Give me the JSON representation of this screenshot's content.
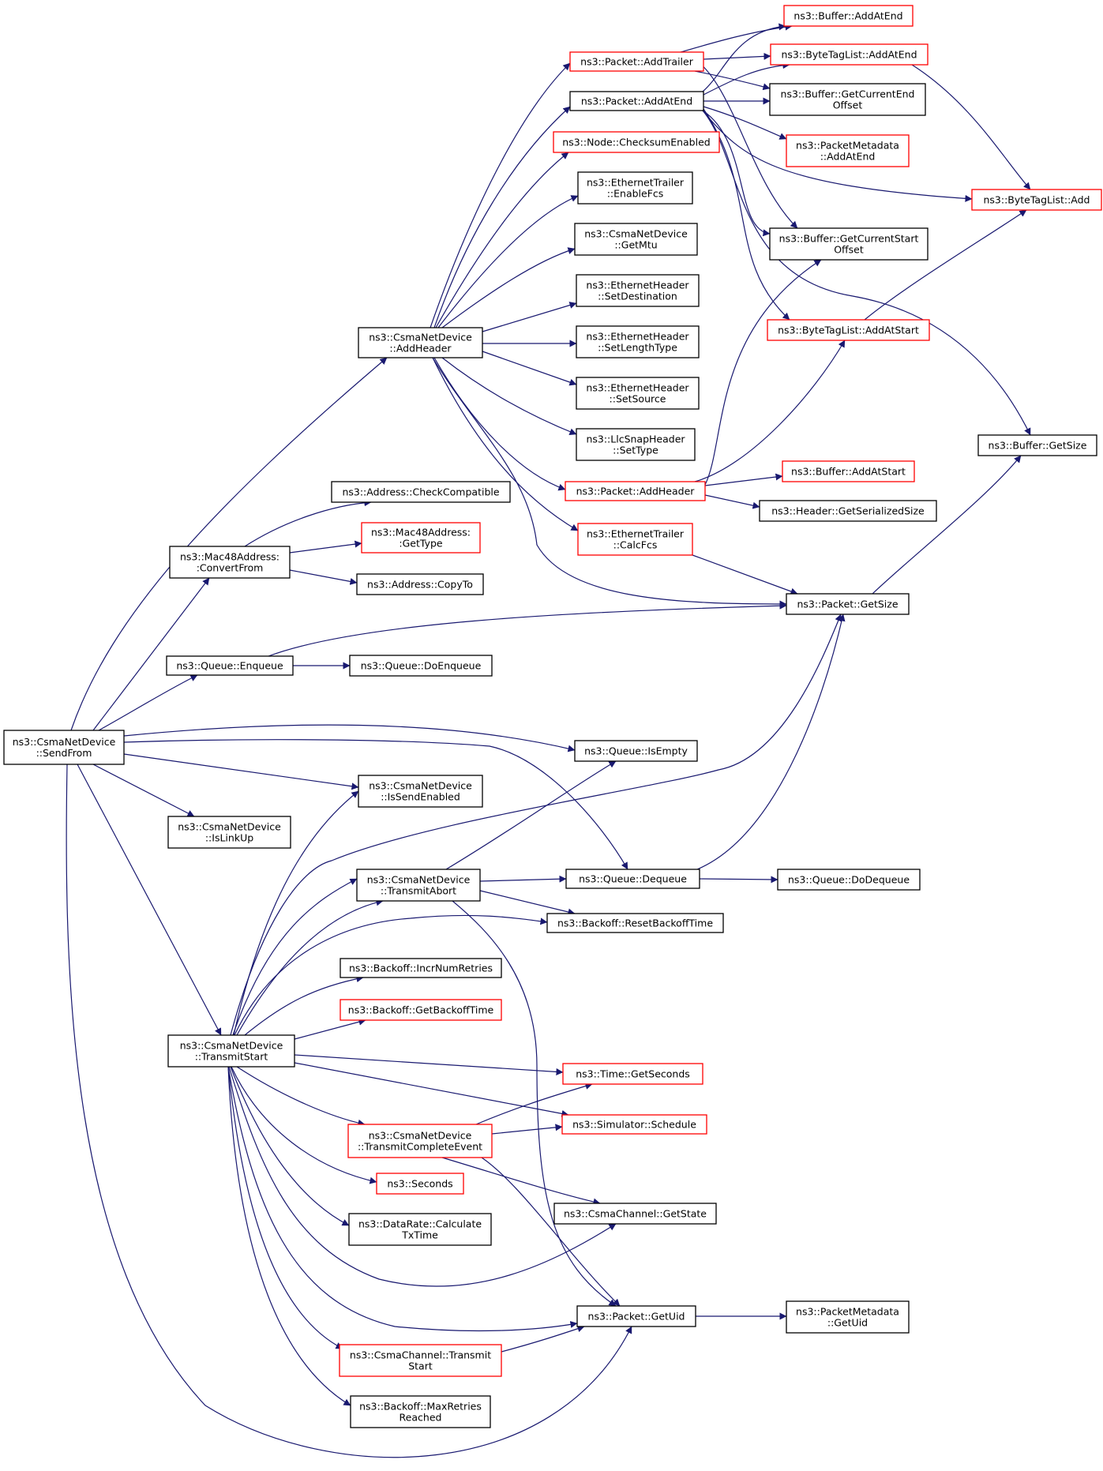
{
  "colors": {
    "edge": "#191970",
    "node_border": "#000000",
    "node_border_truncated": "#ff0000",
    "root_fill": "#bfbfbf",
    "node_fill": "#ffffff"
  },
  "nodes": {
    "sendfrom": [
      "ns3::CsmaNetDevice",
      "::SendFrom"
    ],
    "addheader_dev": [
      "ns3::CsmaNetDevice",
      "::AddHeader"
    ],
    "convertfrom": [
      "ns3::Mac48Address:",
      ":ConvertFrom"
    ],
    "enqueue": [
      "ns3::Queue::Enqueue"
    ],
    "isempty": [
      "ns3::Queue::IsEmpty"
    ],
    "issendenabled": [
      "ns3::CsmaNetDevice",
      "::IsSendEnabled"
    ],
    "islinkup": [
      "ns3::CsmaNetDevice",
      "::IsLinkUp"
    ],
    "dequeue": [
      "ns3::Queue::Dequeue"
    ],
    "transmitstart": [
      "ns3::CsmaNetDevice",
      "::TransmitStart"
    ],
    "getuid": [
      "ns3::Packet::GetUid"
    ],
    "packet_addtrailer": [
      "ns3::Packet::AddTrailer"
    ],
    "packet_addatend": [
      "ns3::Packet::AddAtEnd"
    ],
    "checksumenabled": [
      "ns3::Node::ChecksumEnabled"
    ],
    "enablefcs": [
      "ns3::EthernetTrailer",
      "::EnableFcs"
    ],
    "getmtu": [
      "ns3::CsmaNetDevice",
      "::GetMtu"
    ],
    "setdestination": [
      "ns3::EthernetHeader",
      "::SetDestination"
    ],
    "setlengthtype": [
      "ns3::EthernetHeader",
      "::SetLengthType"
    ],
    "setsource": [
      "ns3::EthernetHeader",
      "::SetSource"
    ],
    "settype": [
      "ns3::LlcSnapHeader",
      "::SetType"
    ],
    "packet_addheader": [
      "ns3::Packet::AddHeader"
    ],
    "calcfcs": [
      "ns3::EthernetTrailer",
      "::CalcFcs"
    ],
    "packet_getsize": [
      "ns3::Packet::GetSize"
    ],
    "checkcompatible": [
      "ns3::Address::CheckCompatible"
    ],
    "mac48_gettype": [
      "ns3::Mac48Address:",
      ":GetType"
    ],
    "copyto": [
      "ns3::Address::CopyTo"
    ],
    "doenqueue": [
      "ns3::Queue::DoEnqueue"
    ],
    "transmitabort": [
      "ns3::CsmaNetDevice",
      "::TransmitAbort"
    ],
    "resetbackoff": [
      "ns3::Backoff::ResetBackoffTime"
    ],
    "incrnumretries": [
      "ns3::Backoff::IncrNumRetries"
    ],
    "getbackofftime": [
      "ns3::Backoff::GetBackoffTime"
    ],
    "time_getseconds": [
      "ns3::Time::GetSeconds"
    ],
    "transmitcompleteevent": [
      "ns3::CsmaNetDevice",
      "::TransmitCompleteEvent"
    ],
    "simulator_schedule": [
      "ns3::Simulator::Schedule"
    ],
    "getstate": [
      "ns3::CsmaChannel::GetState"
    ],
    "seconds": [
      "ns3::Seconds"
    ],
    "calculatetxtime": [
      "ns3::DataRate::Calculate",
      "TxTime"
    ],
    "channel_transmitstart": [
      "ns3::CsmaChannel::Transmit",
      "Start"
    ],
    "maxretries": [
      "ns3::Backoff::MaxRetries",
      "Reached"
    ],
    "dodequeue": [
      "ns3::Queue::DoDequeue"
    ],
    "metadata_getuid": [
      "ns3::PacketMetadata",
      "::GetUid"
    ],
    "buffer_addatend": [
      "ns3::Buffer::AddAtEnd"
    ],
    "btl_addatend": [
      "ns3::ByteTagList::AddAtEnd"
    ],
    "buffer_getcurrentend": [
      "ns3::Buffer::GetCurrentEnd",
      "Offset"
    ],
    "metadata_addatend": [
      "ns3::PacketMetadata",
      "::AddAtEnd"
    ],
    "btl_add": [
      "ns3::ByteTagList::Add"
    ],
    "buffer_getcurrentstart": [
      "ns3::Buffer::GetCurrentStart",
      "Offset"
    ],
    "btl_addatstart": [
      "ns3::ByteTagList::AddAtStart"
    ],
    "buffer_getsize": [
      "ns3::Buffer::GetSize"
    ],
    "buffer_addatstart": [
      "ns3::Buffer::AddAtStart"
    ],
    "header_getserializedsize": [
      "ns3::Header::GetSerializedSize"
    ]
  }
}
